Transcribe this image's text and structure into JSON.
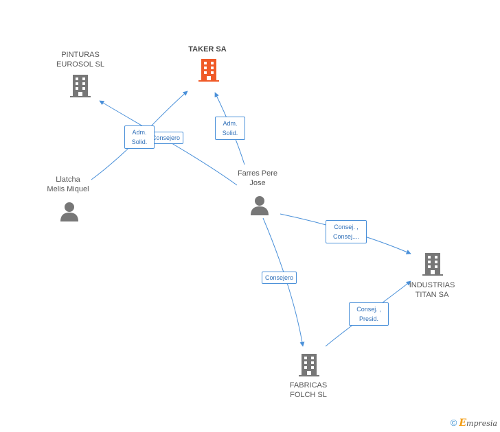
{
  "nodes": {
    "taker": {
      "label": "TAKER SA"
    },
    "pinturas": {
      "line1": "PINTURAS",
      "line2": "EUROSOL SL"
    },
    "llatcha": {
      "line1": "Llatcha",
      "line2": "Melis Miquel"
    },
    "farres": {
      "line1": "Farres Pere",
      "line2": "Jose"
    },
    "industrias": {
      "line1": "INDUSTRIAS",
      "line2": "TITAN SA"
    },
    "fabricas": {
      "line1": "FABRICAS",
      "line2": "FOLCH SL"
    }
  },
  "edge_labels": {
    "llatcha_adm": {
      "line1": "Adm.",
      "line2": "Solid."
    },
    "llatcha_consejero": {
      "text": "Consejero"
    },
    "farres_taker": {
      "line1": "Adm.",
      "line2": "Solid."
    },
    "farres_industrias": {
      "line1": "Consej. ,",
      "line2": "Consej...."
    },
    "farres_fabricas": {
      "text": "Consejero"
    },
    "fabricas_industrias": {
      "line1": "Consej. ,",
      "line2": "Presid."
    }
  },
  "footer": {
    "copyright": "©",
    "brand_initial": "E",
    "brand_rest": "mpresia"
  },
  "colors": {
    "edge": "#4a90d9",
    "main_icon": "#f05a28",
    "icon": "#777777"
  }
}
